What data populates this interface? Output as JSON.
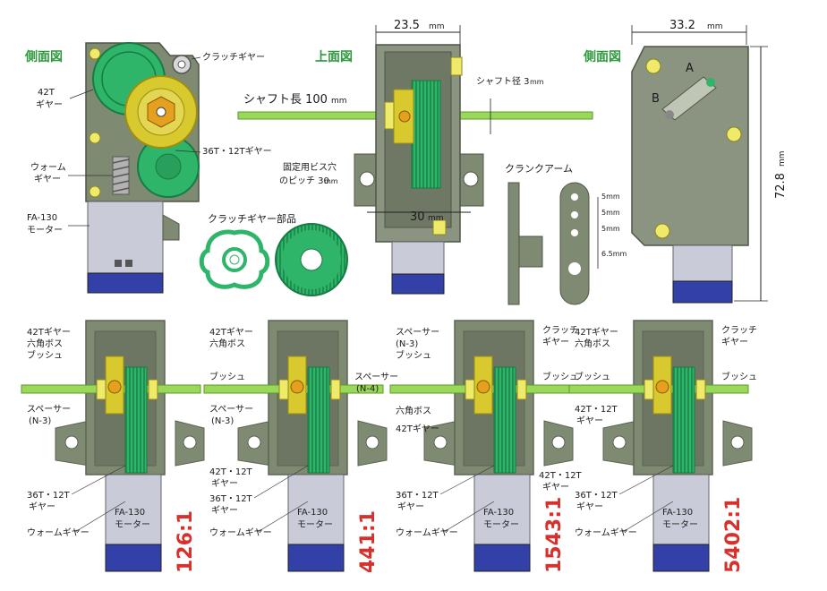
{
  "colors": {
    "housing": "#7f8a72",
    "housing_dark": "#5b6452",
    "gear_green": "#2fb56a",
    "gear_yellow": "#d7c92e",
    "shaft": "#9ad85a",
    "motor": "#c9ccd8",
    "motor_base": "#3340a8",
    "ratio_red": "#d9302b",
    "title_green": "#2e9a3e"
  },
  "side_view": {
    "title": "側面図",
    "clutch_gear": "クラッチギヤー",
    "gear_42t": [
      "42T",
      "ギヤー"
    ],
    "gear_36t_12t": "36T・12Tギヤー",
    "worm_gear": [
      "ウォーム",
      "ギヤー"
    ],
    "motor_label": [
      "FA-130",
      "モーター"
    ]
  },
  "top_view": {
    "title": "上面図",
    "width_dim": "23.5",
    "width_unit": "mm",
    "shaft_length": "シャフト長 100",
    "shaft_length_unit": "mm",
    "shaft_diameter": "シャフト径 3",
    "shaft_diameter_unit": "mm",
    "screw_pitch": [
      "固定用ビス穴",
      "のピッチ 30"
    ],
    "screw_pitch_unit": "mm",
    "base_width_dim": "30",
    "base_width_unit": "mm"
  },
  "clutch_parts": {
    "title": "クラッチギヤー部品"
  },
  "crank_arm": {
    "title": "クランクアーム",
    "dims": [
      "5mm",
      "5mm",
      "5mm",
      "6.5mm"
    ]
  },
  "side_view_right": {
    "title": "側面図",
    "width_dim": "33.2",
    "width_unit": "mm",
    "height_dim": "72.8",
    "height_unit": "mm",
    "marks": [
      "A",
      "B"
    ]
  },
  "configs": [
    {
      "ratio": "126:1",
      "labels": {
        "gear42": "42Tギヤー",
        "hexboss": "六角ボス",
        "bush": "ブッシュ",
        "spacer": [
          "スペーサー",
          "(N-3)"
        ],
        "gear36": [
          "36T・12T",
          "ギヤー"
        ],
        "worm": "ウォームギヤー"
      },
      "motor": [
        "FA-130",
        "モーター"
      ]
    },
    {
      "ratio": "441:1",
      "labels": {
        "gear42": "42Tギヤー",
        "hexboss": "六角ボス",
        "bush": "ブッシュ",
        "spacer_n4": [
          "スペーサー",
          "(N-4)"
        ],
        "spacer": [
          "スペーサー",
          "(N-3)"
        ],
        "gear4212": [
          "42T・12T",
          "ギヤー"
        ],
        "gear36": [
          "36T・12T",
          "ギヤー"
        ],
        "worm": "ウォームギヤー"
      },
      "motor": [
        "FA-130",
        "モーター"
      ]
    },
    {
      "ratio": "1543:1",
      "labels": {
        "spacer": [
          "スペーサー",
          "(N-3)"
        ],
        "bush": "ブッシュ",
        "clutch": [
          "クラッチ",
          "ギヤー"
        ],
        "bush2": "ブッシュ",
        "hexboss": "六角ボス",
        "gear42": "42Tギヤー",
        "gear4212": [
          "42T・12T",
          "ギヤー"
        ],
        "gear36": [
          "36T・12T",
          "ギヤー"
        ],
        "worm": "ウォームギヤー"
      },
      "motor": [
        "FA-130",
        "モーター"
      ]
    },
    {
      "ratio": "5402:1",
      "labels": {
        "gear42": "42Tギヤー",
        "hexboss": "六角ボス",
        "clutch": [
          "クラッチ",
          "ギヤー"
        ],
        "bush": "ブッシュ",
        "bush2": "ブッシュ",
        "gear4212": [
          "42T・12T",
          "ギヤー"
        ],
        "gear36": [
          "36T・12T",
          "ギヤー"
        ],
        "worm": "ウォームギヤー"
      },
      "motor": [
        "FA-130",
        "モーター"
      ]
    }
  ]
}
